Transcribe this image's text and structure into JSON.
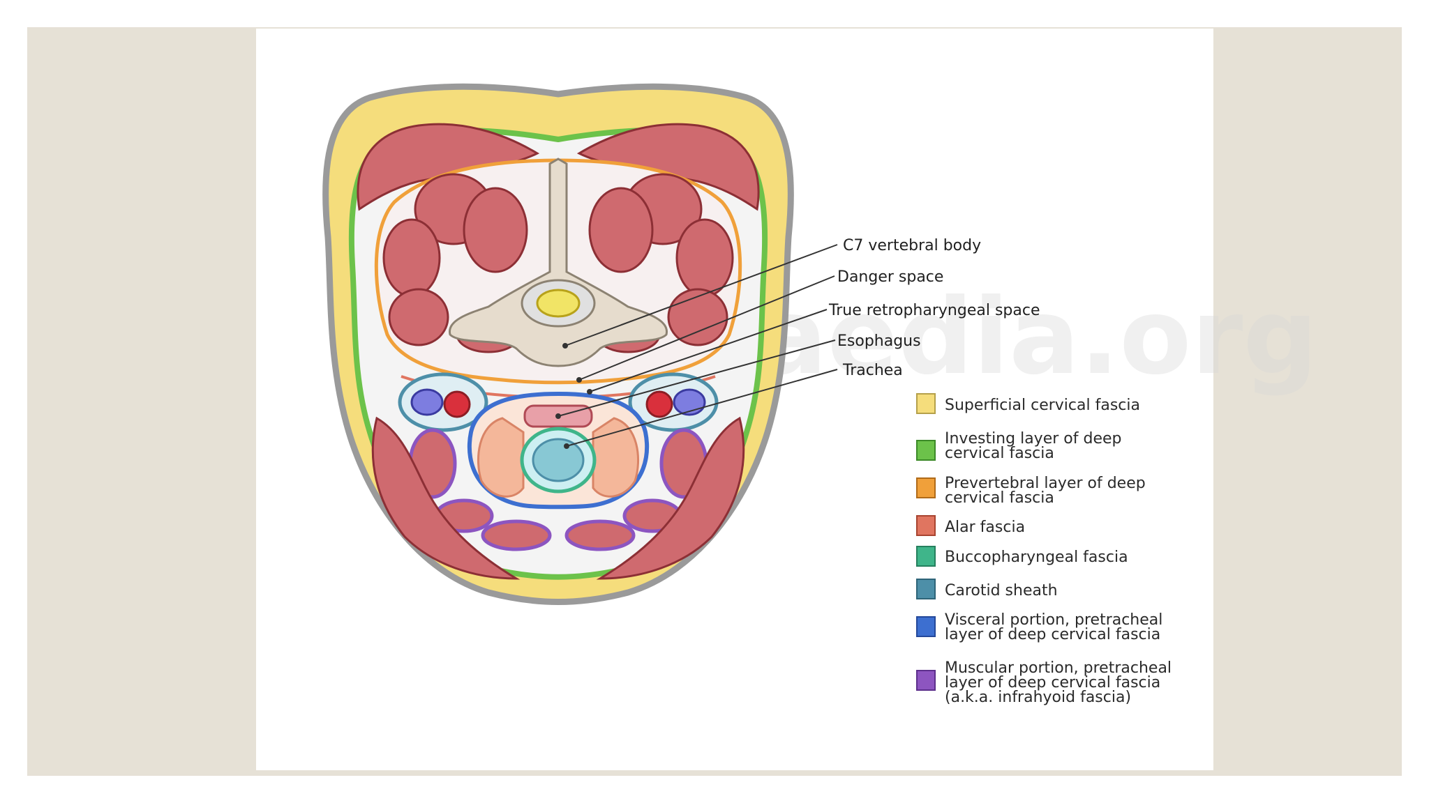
{
  "callouts": [
    {
      "label": "C7 vertebral body"
    },
    {
      "label": "Danger space"
    },
    {
      "label": "True retropharyngeal space"
    },
    {
      "label": "Esophagus"
    },
    {
      "label": "Trachea"
    }
  ],
  "legend": [
    {
      "lines": [
        "Superficial cervical fascia"
      ],
      "color": "#f5dd7c"
    },
    {
      "lines": [
        "Investing layer of deep",
        "cervical fascia"
      ],
      "color": "#6cc24a"
    },
    {
      "lines": [
        "Prevertebral layer of deep",
        "cervical fascia"
      ],
      "color": "#f0a03a"
    },
    {
      "lines": [
        "Alar fascia"
      ],
      "color": "#e07560"
    },
    {
      "lines": [
        "Buccopharyngeal fascia"
      ],
      "color": "#3fb58a"
    },
    {
      "lines": [
        "Carotid sheath"
      ],
      "color": "#4d8fa8"
    },
    {
      "lines": [
        "Visceral portion, pretracheal",
        "layer of deep cervical fascia"
      ],
      "color": "#3d6fd0"
    },
    {
      "lines": [
        "Muscular portion, pretracheal",
        "layer of deep cervical fascia",
        "(a.k.a. infrahyoid fascia)"
      ],
      "color": "#8d55c0"
    }
  ],
  "watermark": "radiopaedia.org",
  "colors": {
    "skin": "#9a9a9a",
    "superficial_fascia": "#f5dd7c",
    "investing_fascia": "#6cc24a",
    "prevertebral_fascia": "#f0a03a",
    "alar_fascia": "#e07560",
    "buccopharyngeal_fascia": "#3fb58a",
    "carotid_sheath": "#4d8fa8",
    "visceral_fascia": "#3d6fd0",
    "muscular_fascia": "#8d55c0",
    "muscle": "#cf6a6f",
    "bone": "#e6dccd"
  }
}
